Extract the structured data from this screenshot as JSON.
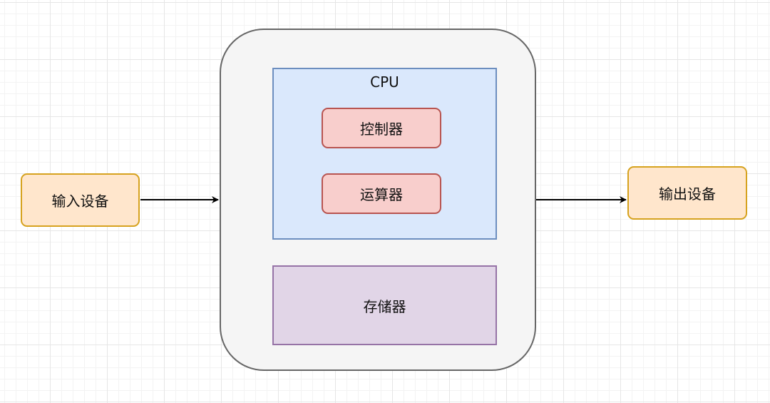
{
  "diagram": {
    "computer": {},
    "cpu": {
      "label": "CPU"
    },
    "controller": {
      "label": "控制器"
    },
    "arithmetic_unit": {
      "label": "运算器"
    },
    "memory": {
      "label": "存储器"
    },
    "input_device": {
      "label": "输入设备"
    },
    "output_device": {
      "label": "输出设备"
    }
  },
  "colors": {
    "grid": "#e6e6e6",
    "computer_fill": "#f5f5f5",
    "computer_stroke": "#666666",
    "cpu_fill": "#dae8fc",
    "cpu_stroke": "#6c8ebf",
    "unit_fill": "#f8cecc",
    "unit_stroke": "#b85450",
    "memory_fill": "#e1d5e7",
    "memory_stroke": "#9673a6",
    "io_fill": "#ffe6cc",
    "io_stroke": "#d6a21e",
    "arrow": "#000000"
  }
}
